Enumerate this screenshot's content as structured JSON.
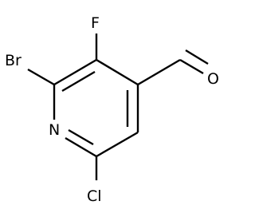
{
  "molecule": {
    "atoms": {
      "bromine": "Br",
      "fluorine": "F",
      "nitrogen": "N",
      "chlorine": "Cl",
      "oxygen": "O"
    },
    "colors": {
      "bond": "#000000",
      "label": "#000000",
      "background": "#ffffff"
    }
  }
}
